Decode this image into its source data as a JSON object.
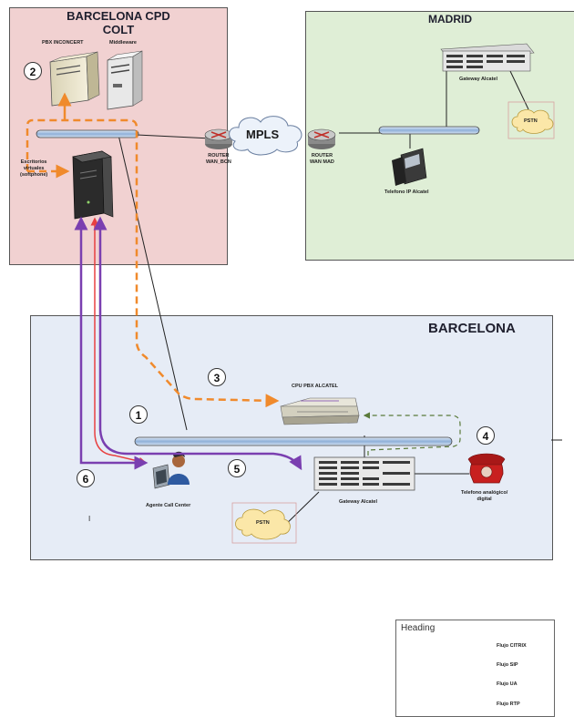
{
  "zones": {
    "barcelona_cpd": {
      "title": "BARCELONA CPD\nCOLT",
      "color": "#f1d1d1"
    },
    "madrid": {
      "title": "MADRID",
      "color": "#dfeed6"
    },
    "barcelona": {
      "title": "BARCELONA",
      "color": "#e6ecf6"
    }
  },
  "labels": {
    "pbx_inconcert": "PBX INCONCERT",
    "middleware": "Middleware",
    "escritorios": "Escritorios\nvirtuales\n(softphone)",
    "router_bcn": "ROUTER\nWAN_BCN",
    "mpls": "MPLS",
    "router_mad": "ROUTER\nWAN MAD",
    "gateway_alcatel_mad": "Gateway Alcatel",
    "pstn_mad": "PSTN",
    "telefono_ip": "Telefono IP Alcatel",
    "cpu_pbx": "CPU PBX ALCATEL",
    "agente": "Agente Call Center",
    "pstn_bcn": "PSTN",
    "gateway_alcatel_bcn": "Gateway Alcatel",
    "telefono_analogico": "Telefono analógico/\ndigital",
    "stray_mark": "I"
  },
  "badges": [
    "1",
    "2",
    "3",
    "4",
    "5",
    "6"
  ],
  "legend": {
    "heading": "Heading",
    "items": [
      {
        "label": "Flujo CITRIX",
        "color": "#e84040",
        "style": "solid"
      },
      {
        "label": "Flujo SIP",
        "color": "#d4554d",
        "style": "dashed"
      },
      {
        "label": "Flujo UA",
        "color": "#5a7a3a",
        "style": "dashed"
      },
      {
        "label": "Flujo RTP",
        "color": "#7a3fb0",
        "style": "solid-thick"
      }
    ]
  },
  "colors": {
    "citrix": "#e84040",
    "sip": "#f08a2c",
    "ua": "#5a7a3a",
    "rtp": "#7a3fb0",
    "bus": "#b9cde6"
  }
}
